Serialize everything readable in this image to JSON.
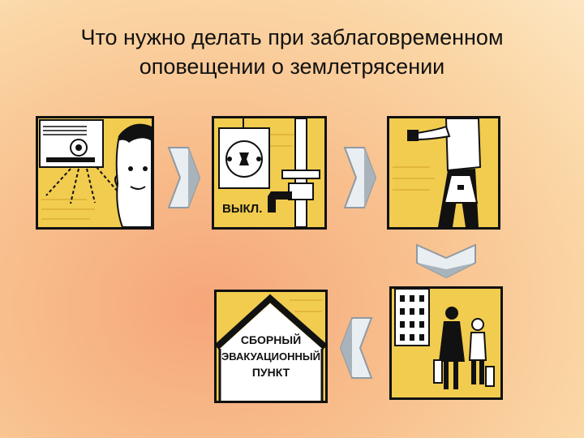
{
  "title": {
    "line1": "Что нужно делать при заблаговременном",
    "line2": "оповещении о землетрясении"
  },
  "panels": [
    {
      "name": "radio-alert-panel",
      "caption": ""
    },
    {
      "name": "switch-off-power-panel",
      "caption": "ВЫКЛ."
    },
    {
      "name": "take-documents-bag-panel",
      "caption": ""
    },
    {
      "name": "leave-building-panel",
      "caption": ""
    },
    {
      "name": "evacuation-point-panel",
      "caption_lines": [
        "СБОРНЫЙ",
        "ЭВАКУАЦИОННЫЙ",
        "ПУНКТ"
      ]
    }
  ],
  "colors": {
    "panel_fill": "#f1cc4f",
    "ink": "#111111",
    "arrow_light": "#e9eef2",
    "arrow_dark": "#8f9aa3"
  }
}
